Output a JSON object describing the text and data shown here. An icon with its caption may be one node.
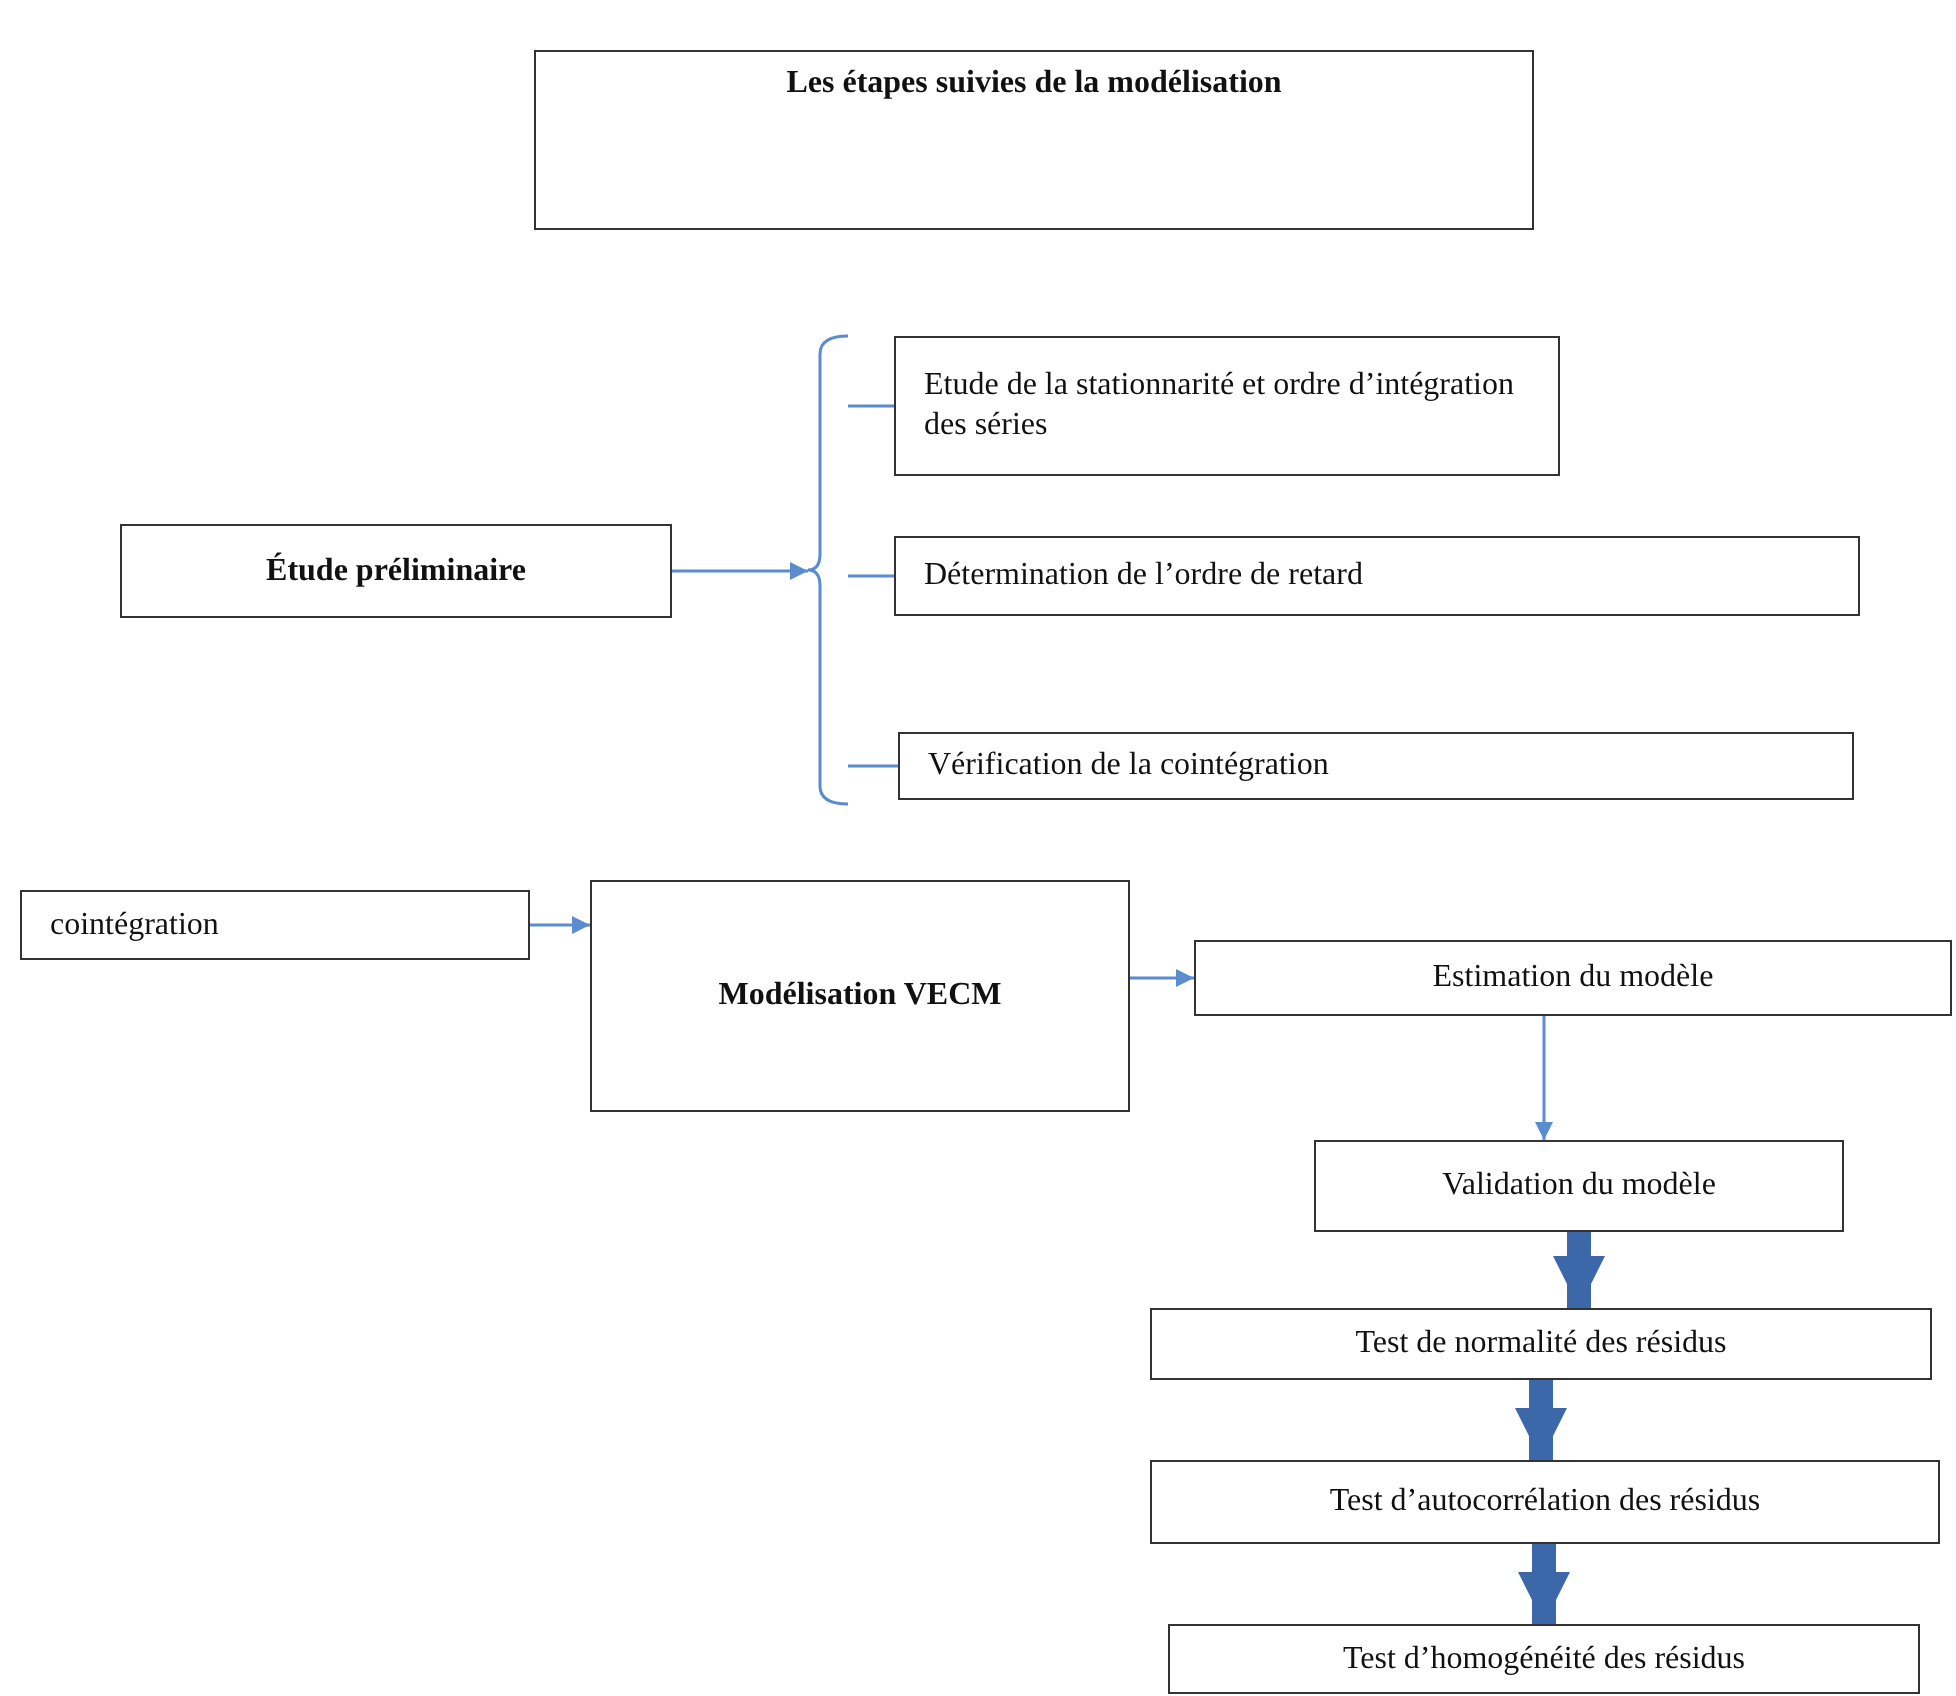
{
  "diagram": {
    "nodes": [
      {
        "text": [
          "Les étapes suivies de la modélisation"
        ]
      },
      {
        "text": [
          "Étude préliminaire"
        ]
      },
      {
        "text": [
          "Etude de la stationnarité et ordre d’intégration des séries"
        ]
      },
      {
        "text": [
          "Détermination de l’ordre de retard"
        ]
      },
      {
        "text": [
          "Vérification de la cointégration"
        ]
      },
      {
        "text": [
          "cointégration"
        ]
      },
      {
        "text": [
          "Modélisation VECM"
        ]
      },
      {
        "text": [
          "Estimation du modèle"
        ]
      },
      {
        "text": [
          "Validation du modèle"
        ]
      },
      {
        "text": [
          "Test de normalité des résidus"
        ]
      },
      {
        "text": [
          "Test d’autocorrélation des résidus"
        ]
      },
      {
        "text": [
          "Test d’homogénéité des résidus"
        ]
      },
      {
        "text": [],
        "shape": "brace"
      }
    ],
    "edges": [
      {
        "from": 1,
        "to": 12,
        "arrow": "to"
      },
      {
        "from": 12,
        "to": 2,
        "arrow": "none"
      },
      {
        "from": 12,
        "to": 3,
        "arrow": "none"
      },
      {
        "from": 12,
        "to": 4,
        "arrow": "none"
      },
      {
        "from": 5,
        "to": 6,
        "arrow": "to"
      },
      {
        "from": 6,
        "to": 7,
        "arrow": "to"
      },
      {
        "from": 7,
        "to": 8,
        "arrow": "to"
      },
      {
        "from": 8,
        "to": 9,
        "arrow": "to",
        "style": "thick",
        "color": "#3c68aa"
      },
      {
        "from": 9,
        "to": 10,
        "arrow": "to",
        "style": "thick",
        "color": "#3c68aa"
      },
      {
        "from": 10,
        "to": 11,
        "arrow": "to",
        "style": "thick",
        "color": "#3c68aa"
      }
    ]
  }
}
